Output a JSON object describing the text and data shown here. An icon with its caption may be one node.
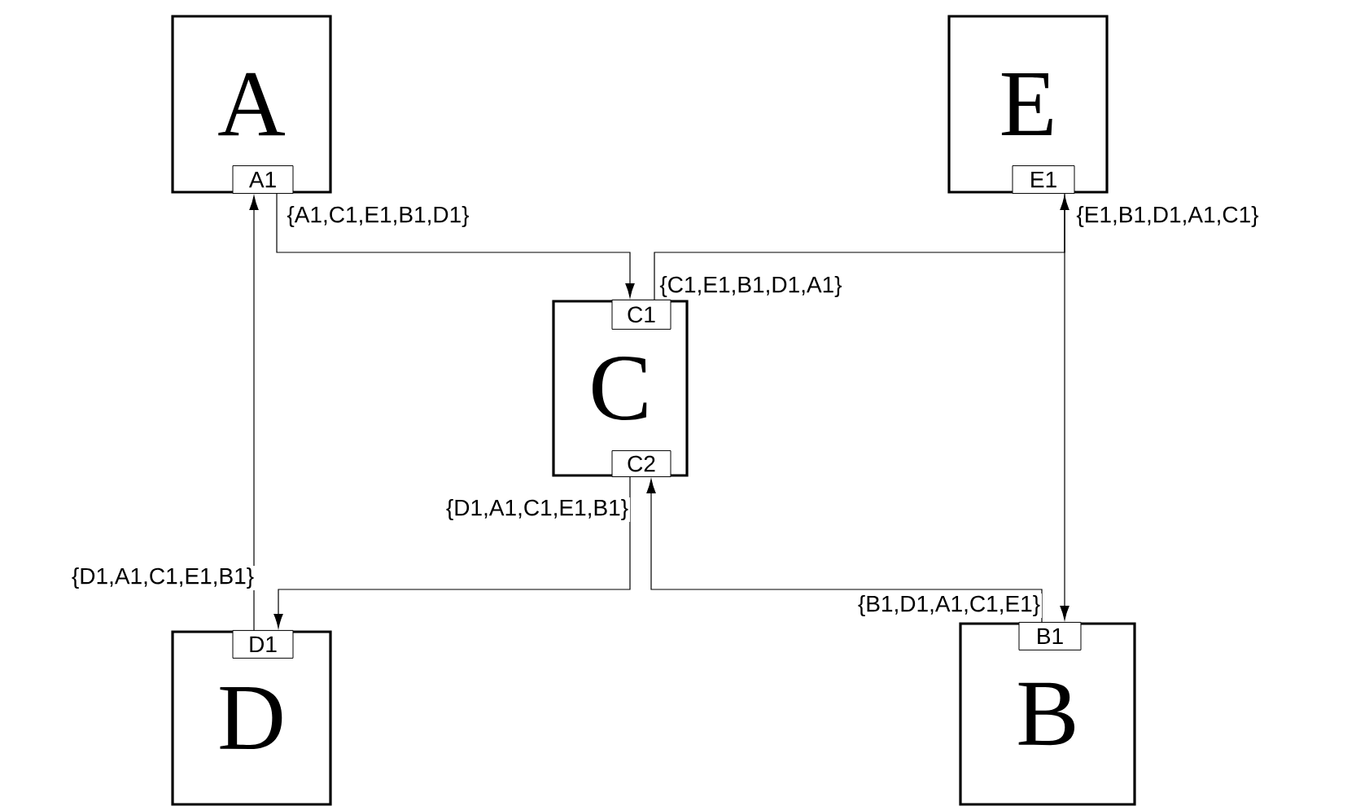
{
  "diagram": {
    "nodes": [
      {
        "text": [
          "A"
        ]
      },
      {
        "text": [
          "A1"
        ],
        "in": 0
      },
      {
        "text": [
          "E"
        ]
      },
      {
        "text": [
          "E1"
        ],
        "in": 2
      },
      {
        "text": [
          "C"
        ]
      },
      {
        "text": [
          "C1"
        ],
        "in": 4
      },
      {
        "text": [
          "C2"
        ],
        "in": 4
      },
      {
        "text": [
          "D"
        ]
      },
      {
        "text": [
          "D1"
        ],
        "in": 7
      },
      {
        "text": [
          "B"
        ]
      },
      {
        "text": [
          "B1"
        ],
        "in": 9
      }
    ],
    "edges": [
      {
        "from": 1,
        "to": 5,
        "arrow": "to",
        "label": "{A1,C1,E1,B1,D1}"
      },
      {
        "from": 5,
        "to": 3,
        "arrow": "to",
        "label": "{C1,E1,B1,D1,A1}"
      },
      {
        "from": 3,
        "to": 10,
        "arrow": "to",
        "label": "{E1,B1,D1,A1,C1}"
      },
      {
        "from": 10,
        "to": 6,
        "arrow": "to",
        "label": "{B1,D1,A1,C1,E1}"
      },
      {
        "from": 6,
        "to": 8,
        "arrow": "to",
        "label": "{D1,A1,C1,E1,B1}"
      },
      {
        "from": 8,
        "to": 1,
        "arrow": "to",
        "label": "{D1,A1,C1,E1,B1}"
      }
    ]
  }
}
